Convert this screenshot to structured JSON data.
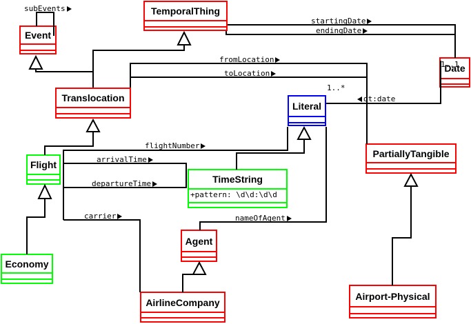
{
  "diagram": {
    "type": "uml-class-diagram",
    "colors": {
      "class_red": "#ff0000",
      "class_green": "#00ff00",
      "class_blue": "#0000ff",
      "connector": "#000000",
      "background": "#ffffff"
    },
    "classes": [
      {
        "name": "Event",
        "border": "red"
      },
      {
        "name": "TemporalThing",
        "border": "red"
      },
      {
        "name": "Translocation",
        "border": "red"
      },
      {
        "name": "Date",
        "border": "red"
      },
      {
        "name": "Literal",
        "border": "blue"
      },
      {
        "name": "PartiallyTangible",
        "border": "red"
      },
      {
        "name": "Flight",
        "border": "green"
      },
      {
        "name": "TimeString",
        "border": "green",
        "attributes": [
          "+pattern: \\d\\d:\\d\\d"
        ]
      },
      {
        "name": "Agent",
        "border": "red"
      },
      {
        "name": "Economy",
        "border": "green"
      },
      {
        "name": "AirlineCompany",
        "border": "red"
      },
      {
        "name": "Airport-Physical",
        "border": "red"
      }
    ],
    "labels": [
      {
        "text": "subEvents",
        "arrow": "right"
      },
      {
        "text": "startingDate",
        "arrow": "right"
      },
      {
        "text": "endingDate",
        "arrow": "right"
      },
      {
        "text": "fromLocation",
        "arrow": "right"
      },
      {
        "text": "toLocation",
        "arrow": "right"
      },
      {
        "text": "dt:date",
        "arrow": "left"
      },
      {
        "text": "flightNumber",
        "arrow": "right"
      },
      {
        "text": "arrivalTime",
        "arrow": "right"
      },
      {
        "text": "departureTime",
        "arrow": "right"
      },
      {
        "text": "carrier",
        "arrow": "right"
      },
      {
        "text": "nameOfAgent",
        "arrow": "right"
      },
      {
        "text": "1..*",
        "arrow": "none"
      },
      {
        "text": "1..1",
        "arrow": "none"
      }
    ]
  }
}
